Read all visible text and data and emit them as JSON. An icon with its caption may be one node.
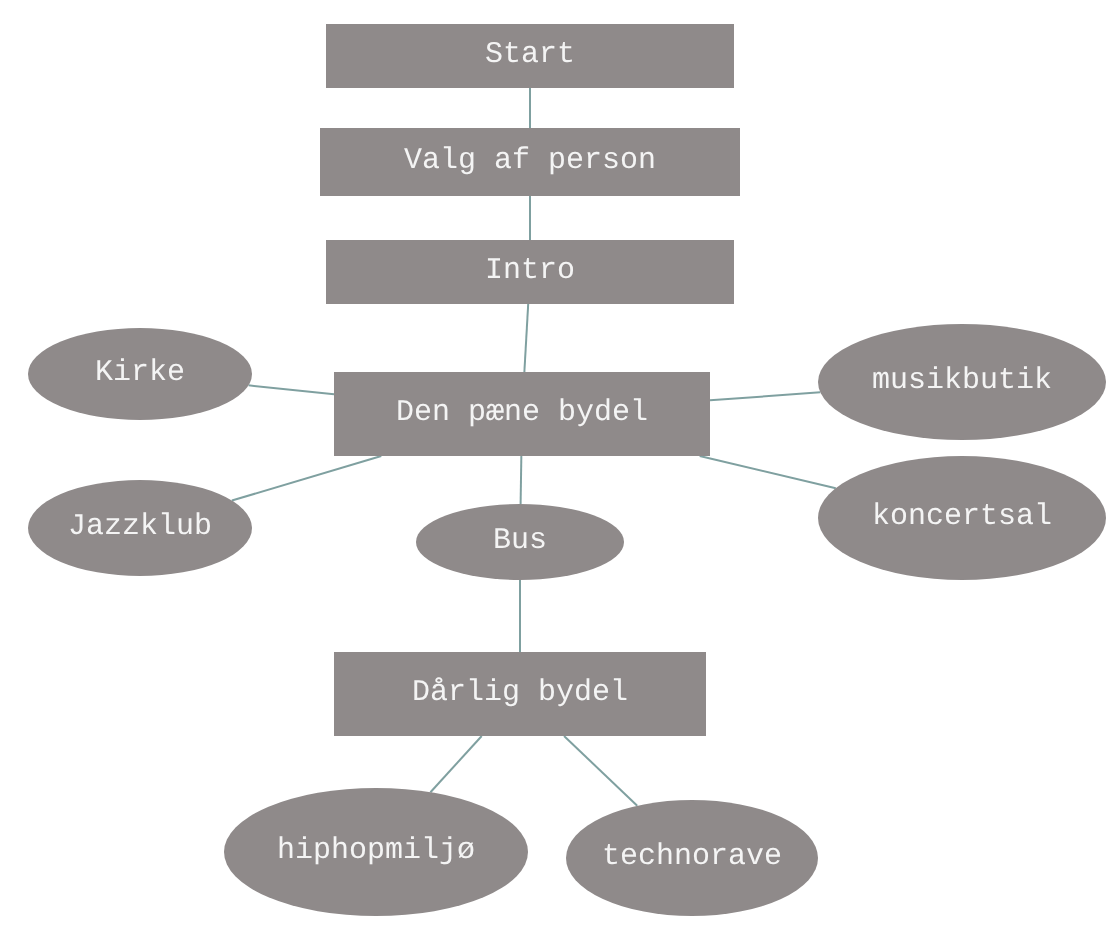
{
  "diagram": {
    "nodes": [
      {
        "text": [
          "Start"
        ]
      },
      {
        "text": [
          "Valg af person"
        ]
      },
      {
        "text": [
          "Intro"
        ]
      },
      {
        "text": [
          "Kirke"
        ]
      },
      {
        "text": [
          "Den pæne bydel"
        ]
      },
      {
        "text": [
          "musikbutik"
        ]
      },
      {
        "text": [
          "Jazzklub"
        ]
      },
      {
        "text": [
          "Bus"
        ]
      },
      {
        "text": [
          "koncertsal"
        ]
      },
      {
        "text": [
          "Dårlig bydel"
        ]
      },
      {
        "text": [
          "hiphopmiljø"
        ]
      },
      {
        "text": [
          "technorave"
        ]
      }
    ],
    "edges": [
      {
        "from": 0,
        "to": 1,
        "arrow": "none"
      },
      {
        "from": 1,
        "to": 2,
        "arrow": "none"
      },
      {
        "from": 2,
        "to": 4,
        "arrow": "none"
      },
      {
        "from": 3,
        "to": 4,
        "arrow": "none"
      },
      {
        "from": 4,
        "to": 5,
        "arrow": "none"
      },
      {
        "from": 6,
        "to": 4,
        "arrow": "none"
      },
      {
        "from": 4,
        "to": 8,
        "arrow": "none"
      },
      {
        "from": 4,
        "to": 7,
        "arrow": "none"
      },
      {
        "from": 7,
        "to": 9,
        "arrow": "none"
      },
      {
        "from": 9,
        "to": 10,
        "arrow": "none"
      },
      {
        "from": 9,
        "to": 11,
        "arrow": "none"
      }
    ]
  }
}
